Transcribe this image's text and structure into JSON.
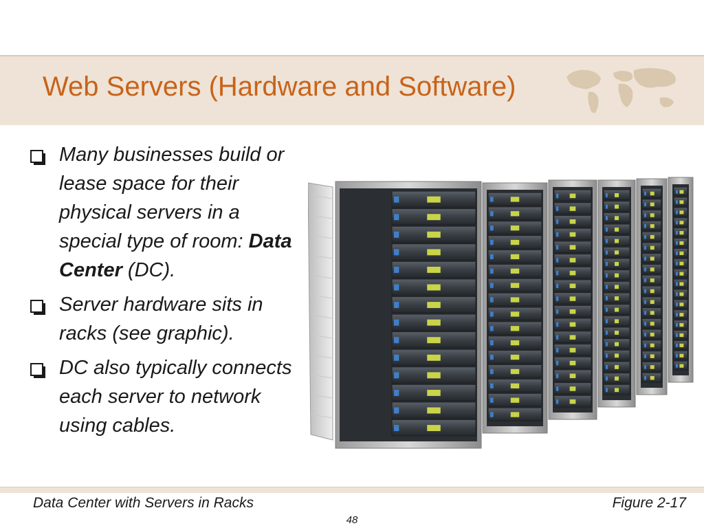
{
  "slide": {
    "title": "Web Servers (Hardware and Software)",
    "bullets": [
      {
        "text_before": "Many businesses build or lease space for their physical servers in a special type of room: ",
        "bold": "Data Center",
        "text_after": " (DC)."
      },
      {
        "text_before": "Server hardware sits in racks (see graphic).",
        "bold": "",
        "text_after": ""
      },
      {
        "text_before": "DC also typically connects each server to network using cables.",
        "bold": "",
        "text_after": ""
      }
    ],
    "caption": "Data Center with Servers in Racks",
    "figure_number": "Figure 2-17",
    "page_number": "48"
  },
  "colors": {
    "title": "#c8631a",
    "band": "#eee3d6",
    "rack_frame": "#a9a9a9",
    "server_led": "#c9d44a"
  },
  "icons": [
    "world-map-icon",
    "checkbox-bullet-icon"
  ]
}
